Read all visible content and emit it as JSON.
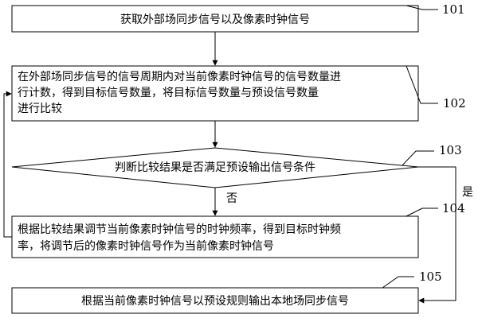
{
  "steps": {
    "s101": {
      "number": "101",
      "text": "获取外部场同步信号以及像素时钟信号"
    },
    "s102": {
      "number": "102",
      "lines": [
        "在外部场同步信号的信号周期内对当前像素时钟信号的信号数量进",
        "行计数，得到目标信号数量，将目标信号数量与预设信号数量",
        "进行比较"
      ]
    },
    "s103": {
      "number": "103",
      "text": "判断比较结果是否满足预设输出信号条件"
    },
    "s104": {
      "number": "104",
      "lines": [
        "根据比较结果调节当前像素时钟信号的时钟频率，得到目标时钟频",
        "率，将调节后的像素时钟信号作为当前像素时钟信号"
      ]
    },
    "s105": {
      "number": "105",
      "text": "根据当前像素时钟信号以预设规则输出本地场同步信号"
    }
  },
  "edges": {
    "no_label": "否",
    "yes_label": "是"
  }
}
